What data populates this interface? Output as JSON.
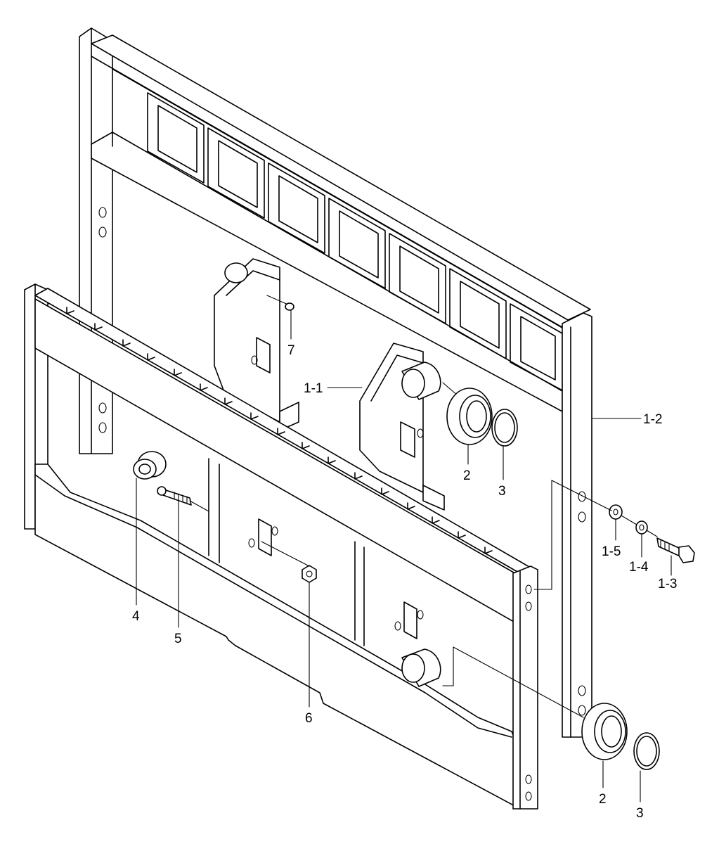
{
  "diagram": {
    "callouts": {
      "c_1_1": "1-1",
      "c_1_2": "1-2",
      "c_1_3": "1-3",
      "c_1_4": "1-4",
      "c_1_5": "1-5",
      "c_2a": "2",
      "c_3a": "3",
      "c_2b": "2",
      "c_3b": "3",
      "c_4": "4",
      "c_5": "5",
      "c_6": "6",
      "c_7": "7"
    }
  }
}
